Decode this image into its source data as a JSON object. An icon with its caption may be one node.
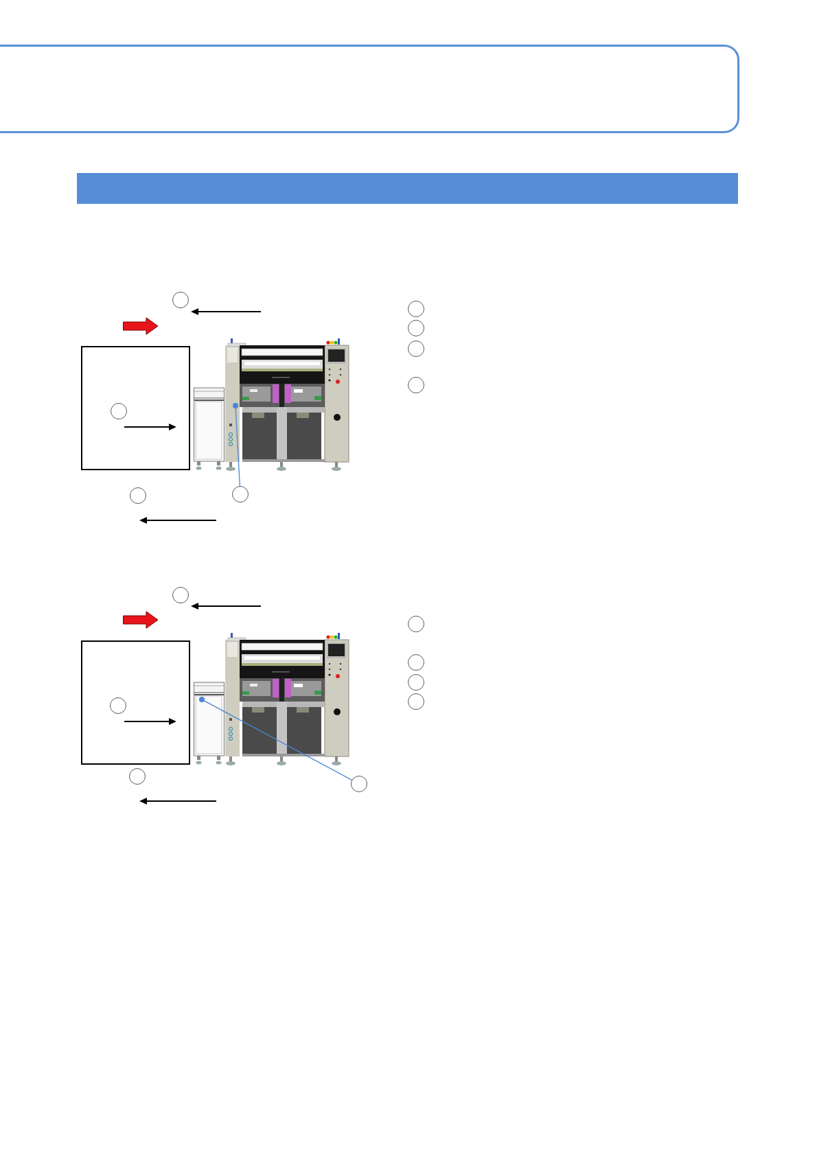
{
  "diagram": {
    "nodes": [
      {
        "text": [],
        "shape": "box"
      },
      {
        "text": [],
        "shape": "bar"
      },
      {
        "text": [],
        "shape": "circle"
      },
      {
        "text": [],
        "shape": "box"
      },
      {
        "text": [],
        "shape": "circle",
        "in": 3
      },
      {
        "text": [],
        "shape": "circle"
      },
      {
        "text": [],
        "shape": "circle"
      },
      {
        "text": [],
        "shape": "circle"
      },
      {
        "text": [],
        "shape": "circle"
      },
      {
        "text": [],
        "shape": "circle"
      },
      {
        "text": [],
        "shape": "circle"
      },
      {
        "text": [],
        "shape": "circle"
      },
      {
        "text": [],
        "shape": "circle"
      },
      {
        "text": [],
        "shape": "box"
      },
      {
        "text": [],
        "shape": "circle",
        "in": 13
      },
      {
        "text": [],
        "shape": "circle"
      },
      {
        "text": [],
        "shape": "circle"
      },
      {
        "text": [],
        "shape": "circle"
      },
      {
        "text": [],
        "shape": "circle"
      },
      {
        "text": [],
        "shape": "circle"
      },
      {
        "text": [],
        "shape": "circle"
      },
      {
        "text": [],
        "shape": "circle"
      }
    ],
    "edges": [
      {
        "from": 7,
        "to": 5,
        "arrow": "none"
      },
      {
        "from": 17,
        "to": 16,
        "arrow": "none"
      }
    ]
  }
}
